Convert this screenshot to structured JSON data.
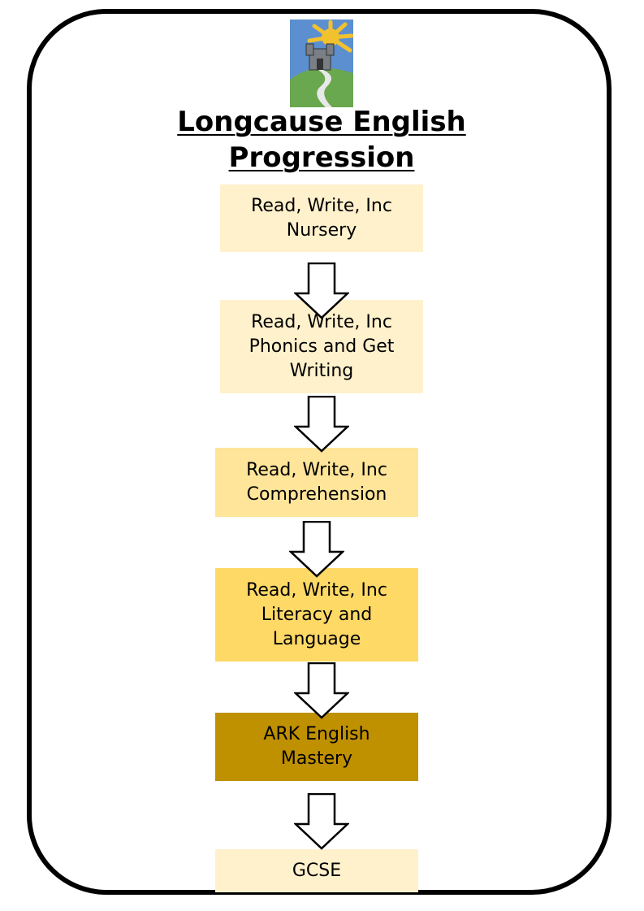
{
  "title": {
    "line1": "Longcause English",
    "line2": "Progression"
  },
  "logo": {
    "icon": "castle-sun-hill-icon",
    "colors": {
      "sky": "#5b8fd0",
      "sun": "#f2c12e",
      "hill": "#6aa84f",
      "castle": "#7a7f86",
      "path": "#e8e8e8"
    }
  },
  "stages": [
    {
      "lines": [
        "Read, Write, Inc",
        "Nursery"
      ],
      "fill": "#fff1cc"
    },
    {
      "lines": [
        "Read, Write, Inc",
        "Phonics and Get",
        "Writing"
      ],
      "fill": "#fff1cc"
    },
    {
      "lines": [
        "Read, Write, Inc",
        "Comprehension"
      ],
      "fill": "#ffe599"
    },
    {
      "lines": [
        "Read, Write, Inc",
        "Literacy and",
        "Language"
      ],
      "fill": "#ffd966"
    },
    {
      "lines": [
        "ARK English",
        "Mastery"
      ],
      "fill": "#bf9000"
    },
    {
      "lines": [
        "GCSE"
      ],
      "fill": "#fff1cc"
    }
  ],
  "colors": {
    "frame": "#000000",
    "arrow_fill": "#ffffff",
    "arrow_stroke": "#000000",
    "text": "#000000"
  }
}
